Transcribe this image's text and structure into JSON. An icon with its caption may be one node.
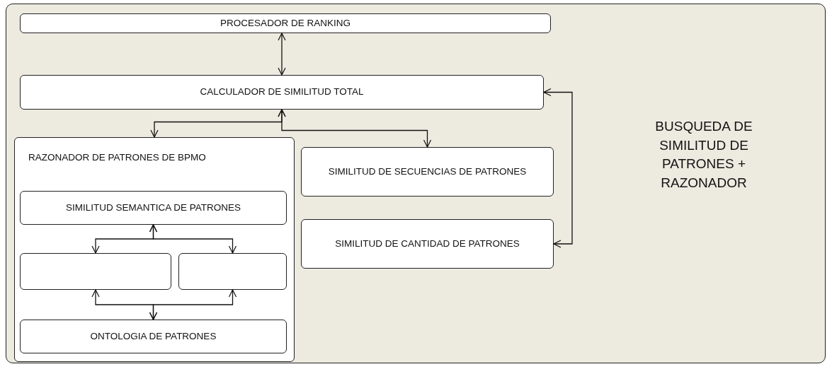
{
  "diagram": {
    "nodes": [
      {
        "text": [
          "BUSQUEDA DE SIMILITUD DE PATRONES + RAZONADOR"
        ]
      },
      {
        "text": [
          "PROCESADOR DE RANKING"
        ],
        "in": 0
      },
      {
        "text": [
          "CALCULADOR DE SIMILITUD TOTAL"
        ],
        "in": 0
      },
      {
        "text": [
          "RAZONADOR DE PATRONES DE BPMO"
        ],
        "in": 0
      },
      {
        "text": [
          "SIMILITUD SEMANTICA DE PATRONES"
        ],
        "in": 3
      },
      {
        "text": [],
        "shape": "box",
        "in": 3
      },
      {
        "text": [],
        "shape": "box",
        "in": 3
      },
      {
        "text": [
          "ONTOLOGIA DE PATRONES"
        ],
        "in": 3
      },
      {
        "text": [
          "SIMILITUD DE SECUENCIAS DE PATRONES"
        ],
        "in": 0
      },
      {
        "text": [
          "SIMILITUD DE CANTIDAD DE PATRONES"
        ],
        "in": 0
      }
    ],
    "edges": [
      {
        "from": 1,
        "to": 2,
        "arrow": "both"
      },
      {
        "from": 2,
        "to": 3,
        "arrow": "both"
      },
      {
        "from": 2,
        "to": 8,
        "arrow": "both"
      },
      {
        "from": 2,
        "to": 9,
        "arrow": "both"
      },
      {
        "from": 4,
        "to": 5,
        "arrow": "both"
      },
      {
        "from": 4,
        "to": 6,
        "arrow": "both"
      },
      {
        "from": 7,
        "to": 5,
        "arrow": "both"
      },
      {
        "from": 7,
        "to": 6,
        "arrow": "both"
      }
    ]
  }
}
